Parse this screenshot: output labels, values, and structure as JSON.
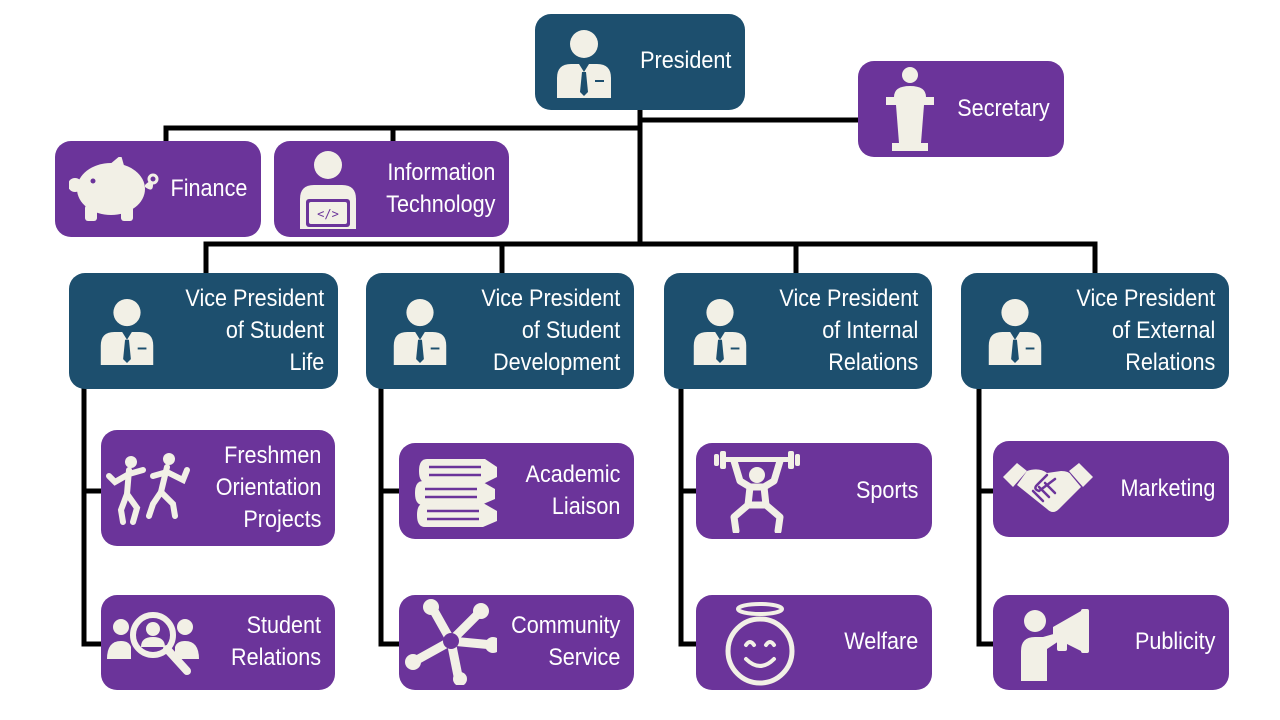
{
  "colors": {
    "leadership": "#1d4f6e",
    "unit": "#6b349a",
    "icon": "#f2f0e6",
    "connector": "#000000"
  },
  "president": {
    "label": "President",
    "icon": "person-with-tie-icon"
  },
  "secretary": {
    "label": "Secretary",
    "icon": "podium-speaker-icon"
  },
  "finance": {
    "label": "Finance",
    "icon": "piggy-bank-icon"
  },
  "it": {
    "label": "Information\nTechnology",
    "icon": "laptop-user-icon"
  },
  "vps": [
    {
      "label": "Vice President\nof Student\nLife",
      "icon": "person-with-tie-icon"
    },
    {
      "label": "Vice President\nof Student\nDevelopment",
      "icon": "person-with-tie-icon"
    },
    {
      "label": "Vice President\nof Internal\nRelations",
      "icon": "person-with-tie-icon"
    },
    {
      "label": "Vice President\nof External\nRelations",
      "icon": "person-with-tie-icon"
    }
  ],
  "units": [
    {
      "label": "Freshmen\nOrientation\nProjects",
      "icon": "dancing-people-icon"
    },
    {
      "label": "Student\nRelations",
      "icon": "people-search-icon"
    },
    {
      "label": "Academic\nLiaison",
      "icon": "books-stack-icon"
    },
    {
      "label": "Community\nService",
      "icon": "joined-hands-icon"
    },
    {
      "label": "Sports",
      "icon": "weightlifter-icon"
    },
    {
      "label": "Welfare",
      "icon": "smiley-halo-icon"
    },
    {
      "label": "Marketing",
      "icon": "handshake-icon"
    },
    {
      "label": "Publicity",
      "icon": "megaphone-person-icon"
    }
  ]
}
